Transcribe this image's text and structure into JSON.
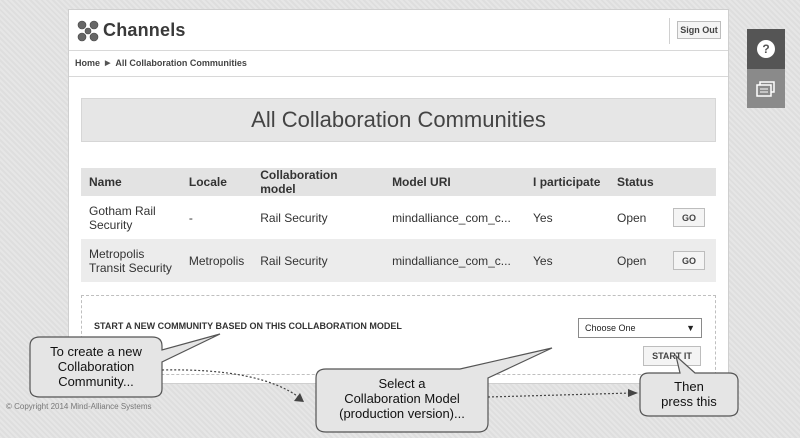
{
  "app": {
    "title": "Channels",
    "signout_label": "Sign Out"
  },
  "breadcrumb": {
    "home": "Home",
    "current": "All Collaboration Communities"
  },
  "page": {
    "title": "All Collaboration Communities"
  },
  "table": {
    "headers": [
      "Name",
      "Locale",
      "Collaboration model",
      "Model URI",
      "I participate",
      "Status"
    ],
    "rows": [
      {
        "name": "Gotham Rail Security",
        "locale": "-",
        "model": "Rail Security",
        "uri": "mindalliance_com_c...",
        "participate": "Yes",
        "status": "Open",
        "action": "GO"
      },
      {
        "name": "Metropolis Transit Security",
        "locale": "Metropolis",
        "model": "Rail Security",
        "uri": "mindalliance_com_c...",
        "participate": "Yes",
        "status": "Open",
        "action": "GO"
      }
    ]
  },
  "new_community": {
    "label": "START A NEW COMMUNITY BASED ON THIS COLLABORATION MODEL",
    "select_value": "Choose One",
    "start_label": "START IT"
  },
  "footer": {
    "copyright": "© Copyright 2014 Mind-Alliance Systems"
  },
  "side_tabs": {
    "help_icon": "question-icon",
    "notes_icon": "notes-icon"
  },
  "callouts": {
    "first": [
      "To create a new",
      "Collaboration",
      "Community..."
    ],
    "second": [
      "Select a",
      "Collaboration Model",
      "(production version)..."
    ],
    "third": [
      "Then",
      "press this"
    ]
  },
  "colors": {
    "help_tab": "#555555",
    "notes_tab": "#8a8a8a",
    "header_row": "#e3e3e3",
    "title_bar": "#e6e6e6"
  }
}
